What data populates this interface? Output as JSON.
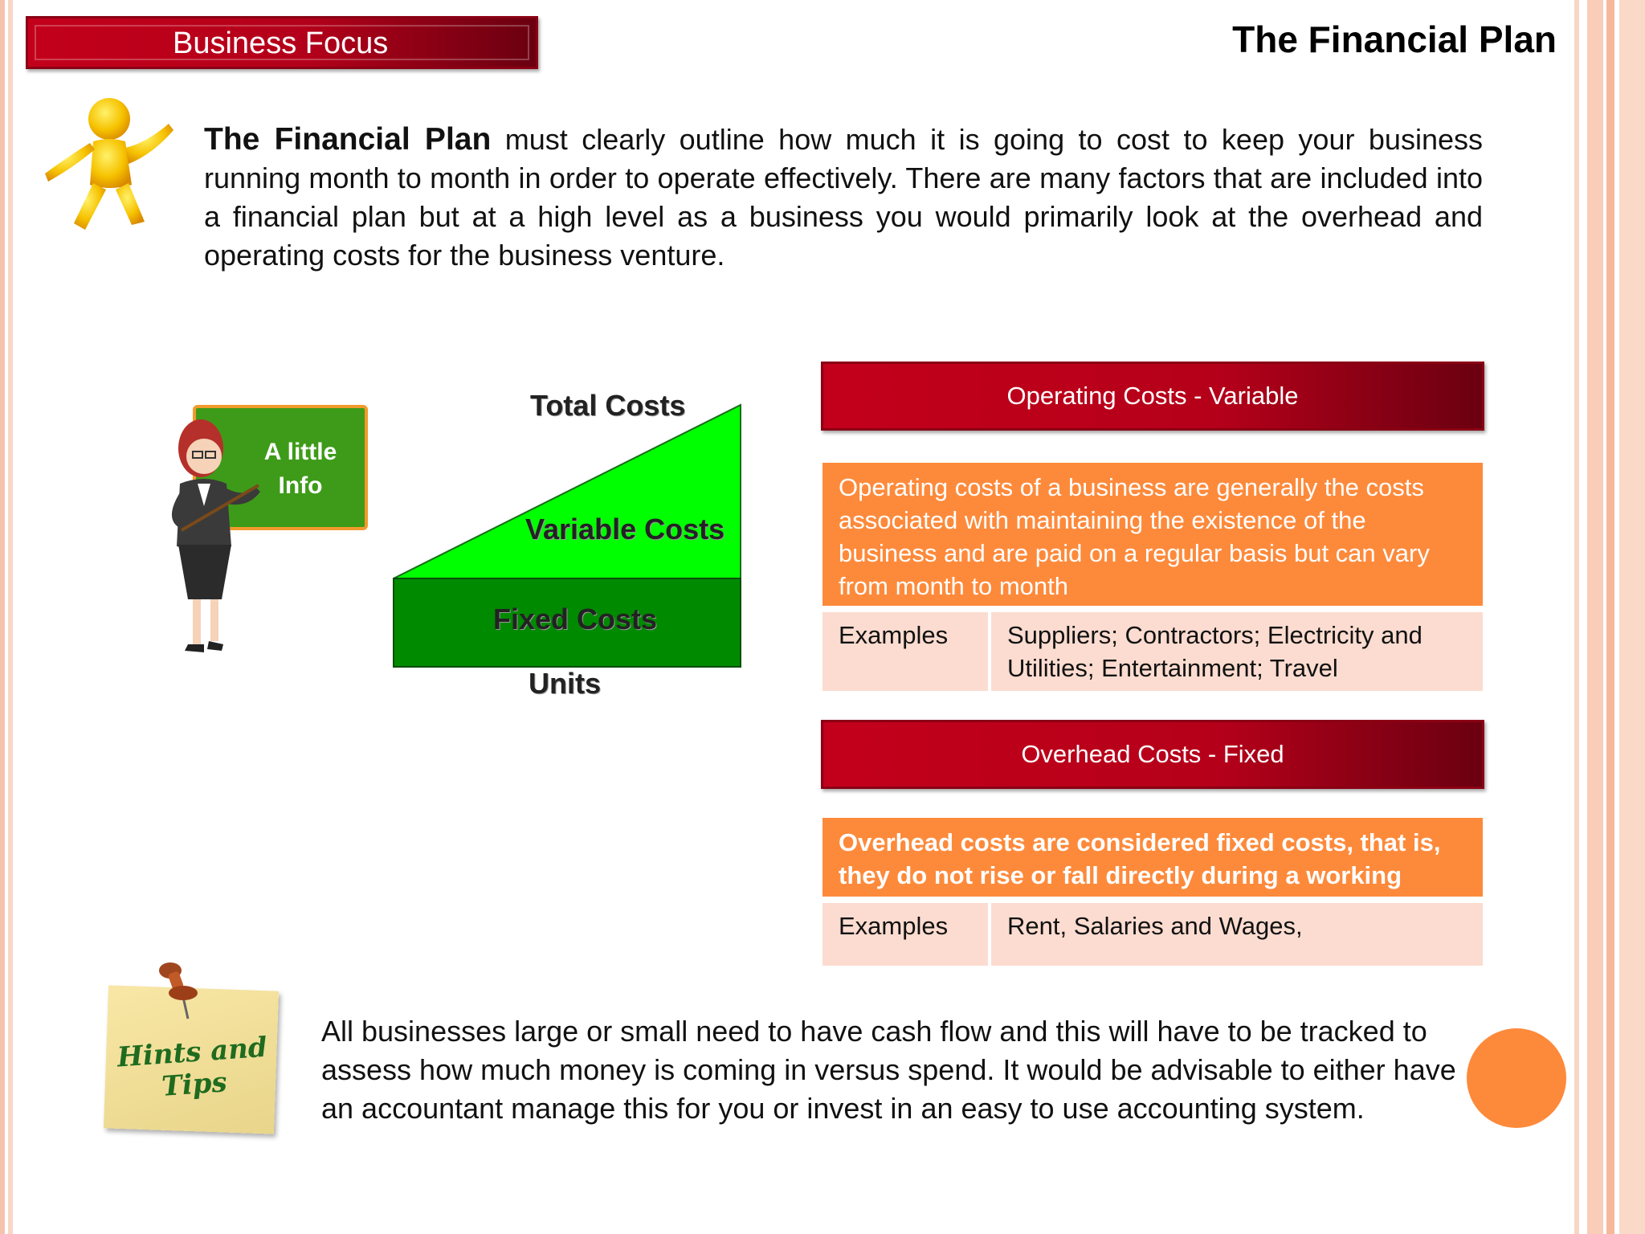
{
  "header": {
    "section_tag": "Business Focus",
    "title": "The Financial Plan"
  },
  "intro": {
    "lead": "The Financial Plan",
    "body": " must clearly outline how much it is going to cost to keep your business running month to month in order to operate effectively. There are many factors that are included into a financial plan but at a high level as a business you would primarily look at the overhead and operating costs for the business venture."
  },
  "info_badge": {
    "line1": "A little",
    "line2": "Info"
  },
  "cost_chart": {
    "total_label": "Total Costs",
    "variable_label": "Variable Costs",
    "fixed_label": "Fixed Costs",
    "x_label": "Units",
    "colors": {
      "variable": "#00ff00",
      "fixed": "#008a00"
    }
  },
  "operating": {
    "header": "Operating Costs - Variable",
    "description": "Operating costs of a business are generally the costs associated with maintaining the existence of the business  and are paid on a regular basis but can vary from month to month",
    "examples_label": "Examples",
    "examples_value": "Suppliers; Contractors; Electricity and Utilities; Entertainment; Travel"
  },
  "overhead": {
    "header": "Overhead Costs - Fixed",
    "description": "Overhead costs are considered fixed costs, that is, they do not rise or fall directly during a working month.",
    "examples_label": "Examples",
    "examples_value": "Rent, Salaries and Wages,"
  },
  "hints": {
    "note_label": "Hints and Tips",
    "text": "All businesses large or small need to have cash flow and this will have to be tracked to assess how much money is coming in versus spend.  It would be advisable to either have an accountant manage this for you or invest in an easy to use accounting system."
  },
  "colors": {
    "accent_red": "#c3001b",
    "accent_orange": "#fd8a3b",
    "row_pink": "#fcdcd0"
  }
}
